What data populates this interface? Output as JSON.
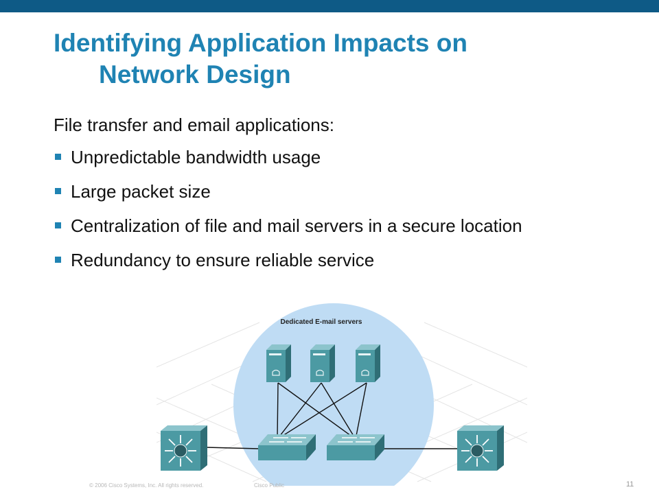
{
  "slide": {
    "title_line1": "Identifying Application Impacts on",
    "title_line2": "Network Design",
    "intro": "File transfer and email applications:",
    "bullets": [
      "Unpredictable bandwidth usage",
      "Large packet size",
      "Centralization of file and mail servers in a secure location",
      "Redundancy to ensure reliable service"
    ]
  },
  "diagram": {
    "label": "Dedicated E-mail servers"
  },
  "footer": {
    "copyright": "© 2006 Cisco Systems, Inc. All rights reserved.",
    "classification": "Cisco Public",
    "page_number": "11"
  },
  "colors": {
    "accent": "#1f83b3",
    "header_bar": "#0e5a86",
    "device": "#4c9aa3",
    "highlight_circle": "#bfdcf4"
  }
}
